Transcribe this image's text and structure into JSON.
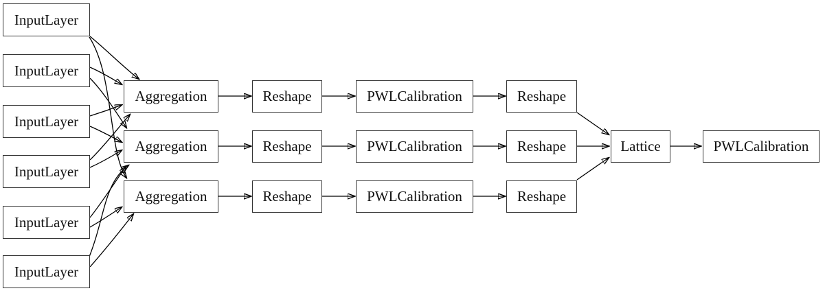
{
  "diagram": {
    "kind": "model-architecture-graph",
    "background_color": "#ffffff",
    "box_border_color": "#343434",
    "edge_color": "#000000",
    "nodes": {
      "input_1": {
        "label": "InputLayer"
      },
      "input_2": {
        "label": "InputLayer"
      },
      "input_3": {
        "label": "InputLayer"
      },
      "input_4": {
        "label": "InputLayer"
      },
      "input_5": {
        "label": "InputLayer"
      },
      "input_6": {
        "label": "InputLayer"
      },
      "agg_1": {
        "label": "Aggregation"
      },
      "agg_2": {
        "label": "Aggregation"
      },
      "agg_3": {
        "label": "Aggregation"
      },
      "reshape_a1": {
        "label": "Reshape"
      },
      "reshape_a2": {
        "label": "Reshape"
      },
      "reshape_a3": {
        "label": "Reshape"
      },
      "pwl_1": {
        "label": "PWLCalibration"
      },
      "pwl_2": {
        "label": "PWLCalibration"
      },
      "pwl_3": {
        "label": "PWLCalibration"
      },
      "reshape_b1": {
        "label": "Reshape"
      },
      "reshape_b2": {
        "label": "Reshape"
      },
      "reshape_b3": {
        "label": "Reshape"
      },
      "lattice": {
        "label": "Lattice"
      },
      "pwl_out": {
        "label": "PWLCalibration"
      }
    },
    "edges": [
      {
        "from": "input_1",
        "to": "agg_1"
      },
      {
        "from": "input_1",
        "to": "agg_3"
      },
      {
        "from": "input_2",
        "to": "agg_1"
      },
      {
        "from": "input_2",
        "to": "agg_2"
      },
      {
        "from": "input_3",
        "to": "agg_1"
      },
      {
        "from": "input_3",
        "to": "agg_2"
      },
      {
        "from": "input_4",
        "to": "agg_1"
      },
      {
        "from": "input_4",
        "to": "agg_2"
      },
      {
        "from": "input_5",
        "to": "agg_2"
      },
      {
        "from": "input_5",
        "to": "agg_3"
      },
      {
        "from": "input_6",
        "to": "agg_2"
      },
      {
        "from": "input_6",
        "to": "agg_3"
      },
      {
        "from": "agg_1",
        "to": "reshape_a1"
      },
      {
        "from": "agg_2",
        "to": "reshape_a2"
      },
      {
        "from": "agg_3",
        "to": "reshape_a3"
      },
      {
        "from": "reshape_a1",
        "to": "pwl_1"
      },
      {
        "from": "reshape_a2",
        "to": "pwl_2"
      },
      {
        "from": "reshape_a3",
        "to": "pwl_3"
      },
      {
        "from": "pwl_1",
        "to": "reshape_b1"
      },
      {
        "from": "pwl_2",
        "to": "reshape_b2"
      },
      {
        "from": "pwl_3",
        "to": "reshape_b3"
      },
      {
        "from": "reshape_b1",
        "to": "lattice"
      },
      {
        "from": "reshape_b2",
        "to": "lattice"
      },
      {
        "from": "reshape_b3",
        "to": "lattice"
      },
      {
        "from": "lattice",
        "to": "pwl_out"
      }
    ]
  }
}
